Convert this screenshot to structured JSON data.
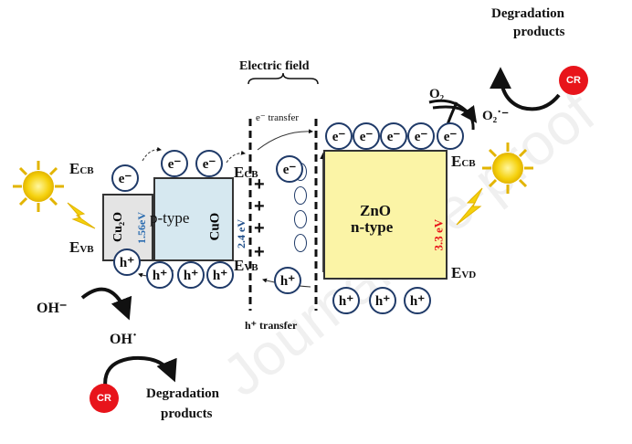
{
  "watermark": "Journal Pre-proof",
  "labels": {
    "electric_field": "Electric field",
    "e_transfer": "e⁻ transfer",
    "h_transfer": "h⁺ transfer",
    "degradation_top": "Degradation",
    "products_top": "products",
    "degradation_bottom": "Degradation",
    "products_bottom": "products",
    "cr": "CR",
    "o2": "O₂",
    "o2_radical": "O₂˙⁻",
    "oh_minus": "OH⁻",
    "oh_radical": "OH˙",
    "e_cb_left": "E",
    "e_cb_left_sub": "CB",
    "e_vb_left": "E",
    "e_vb_left_sub": "VB",
    "e_cb_mid": "E",
    "e_cb_mid_sub": "CB",
    "e_vb_mid": "E",
    "e_vb_mid_sub": "VB",
    "e_cb_right": "E",
    "e_cb_right_sub": "CB",
    "e_vb_right": "E",
    "e_vb_right_sub": "VD",
    "cu2o": "Cu₂O",
    "bandgap_cu2o": "1.56eV",
    "p_type": "p-type",
    "cuo": "CuO",
    "bandgap_cuo": "2.4 eV",
    "zno": "ZnO",
    "n_type": "n-type",
    "bandgap_zno": "3.3 eV"
  },
  "carriers": {
    "electron": "e⁻",
    "hole": "h⁺"
  },
  "colors": {
    "p_type_fill": "#d6e8f0",
    "cu2o_fill": "#e4e4e4",
    "zno_fill": "#fbf4a6",
    "cu2o_gap_text": "#2b6cb0",
    "cuo_gap_text": "#1f4e8a",
    "zno_gap_text": "#e8141b",
    "cr_fill": "#e8141b",
    "sun_fill": "#f5d10d"
  }
}
